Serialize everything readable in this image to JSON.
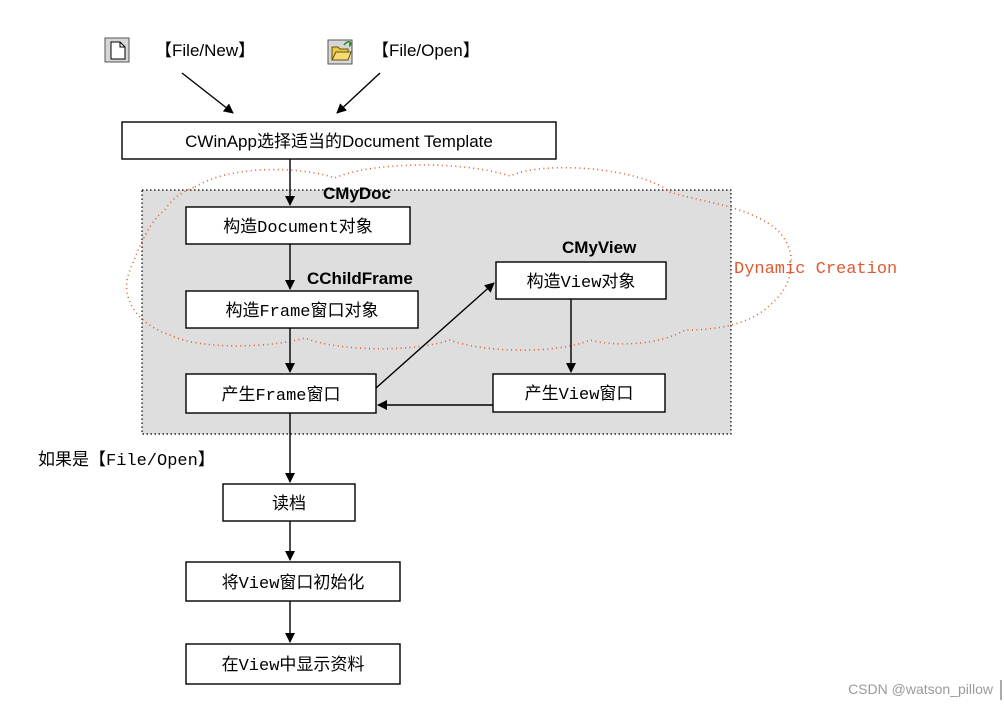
{
  "toolbar": {
    "file_new": {
      "icon": "new-document-icon",
      "label": "【File/New】"
    },
    "file_open": {
      "icon": "open-folder-icon",
      "label": "【File/Open】"
    }
  },
  "nodes": {
    "select_template": "CWinApp选择适当的Document Template",
    "construct_document": "构造Document对象",
    "construct_frame": "构造Frame窗口对象",
    "create_frame": "产生Frame窗口",
    "construct_view": "构造View对象",
    "create_view": "产生View窗口",
    "read_file": "读档",
    "init_view": "将View窗口初始化",
    "display_view": "在View中显示资料"
  },
  "class_labels": {
    "doc": "CMyDoc",
    "frame": "CChildFrame",
    "view": "CMyView"
  },
  "annotations": {
    "dynamic_creation": "Dynamic Creation",
    "if_open": "如果是【File/Open】"
  },
  "watermark": "CSDN @watson_pillow",
  "colors": {
    "group_fill": "#dedede",
    "dynamic_creation": "#e25a30",
    "folder_yellow": "#e8c84a",
    "arrow_green": "#2f8a2f"
  }
}
